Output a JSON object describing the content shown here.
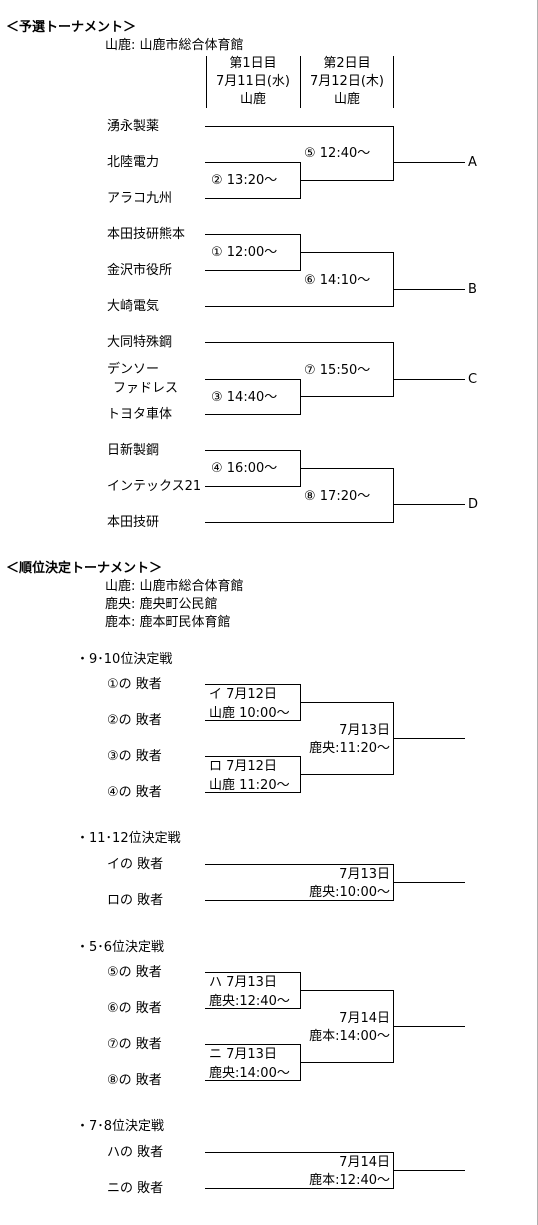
{
  "prelim": {
    "heading": "＜予選トーナメント＞",
    "venue": "山鹿: 山鹿市総合体育館",
    "day1": [
      "第1日目",
      "7月11日(水)",
      "山鹿"
    ],
    "day2": [
      "第2日目",
      "7月12日(木)",
      "山鹿"
    ],
    "teams": [
      "湧永製薬",
      "北陸電力",
      "アラコ九州",
      "本田技研熊本",
      "金沢市役所",
      "大崎電気",
      "大同特殊鋼",
      "デンソー",
      "ファドレス",
      "トヨタ車体",
      "日新製鋼",
      "インテックス21",
      "本田技研"
    ],
    "matches": [
      "⑤ 12:40～",
      "② 13:20～",
      "① 12:00～",
      "⑥ 14:10～",
      "⑦ 15:50～",
      "③ 14:40～",
      "④ 16:00～",
      "⑧ 17:20～"
    ],
    "results": [
      "A",
      "B",
      "C",
      "D"
    ]
  },
  "placement": {
    "heading": "＜順位決定トーナメント＞",
    "venues": [
      "山鹿: 山鹿市総合体育館",
      "鹿央: 鹿央町公民館",
      "鹿本: 鹿本町民体育館"
    ],
    "brackets": [
      {
        "title": "・9･10位決定戦",
        "entrants": [
          "①の 敗者",
          "②の 敗者",
          "③の 敗者",
          "④の 敗者"
        ],
        "semis": [
          {
            "line1": "イ  7月12日",
            "line2": "山鹿  10:00～"
          },
          {
            "line1": "ロ  7月12日",
            "line2": "山鹿  11:20～"
          }
        ],
        "final": {
          "line1": "7月13日",
          "line2": "鹿央:11:20～"
        }
      },
      {
        "title": "・11･12位決定戦",
        "entrants": [
          "イの 敗者",
          "ロの 敗者"
        ],
        "final": {
          "line1": "7月13日",
          "line2": "鹿央:10:00～"
        }
      },
      {
        "title": "・5･6位決定戦",
        "entrants": [
          "⑤の 敗者",
          "⑥の 敗者",
          "⑦の 敗者",
          "⑧の 敗者"
        ],
        "semis": [
          {
            "line1": "ハ  7月13日",
            "line2": "鹿央:12:40～"
          },
          {
            "line1": "ニ  7月13日",
            "line2": "鹿央:14:00～"
          }
        ],
        "final": {
          "line1": "7月14日",
          "line2": "鹿本:14:00～"
        }
      },
      {
        "title": "・7･8位決定戦",
        "entrants": [
          "ハの 敗者",
          "ニの 敗者"
        ],
        "final": {
          "line1": "7月14日",
          "line2": "鹿本:12:40～"
        }
      }
    ]
  }
}
